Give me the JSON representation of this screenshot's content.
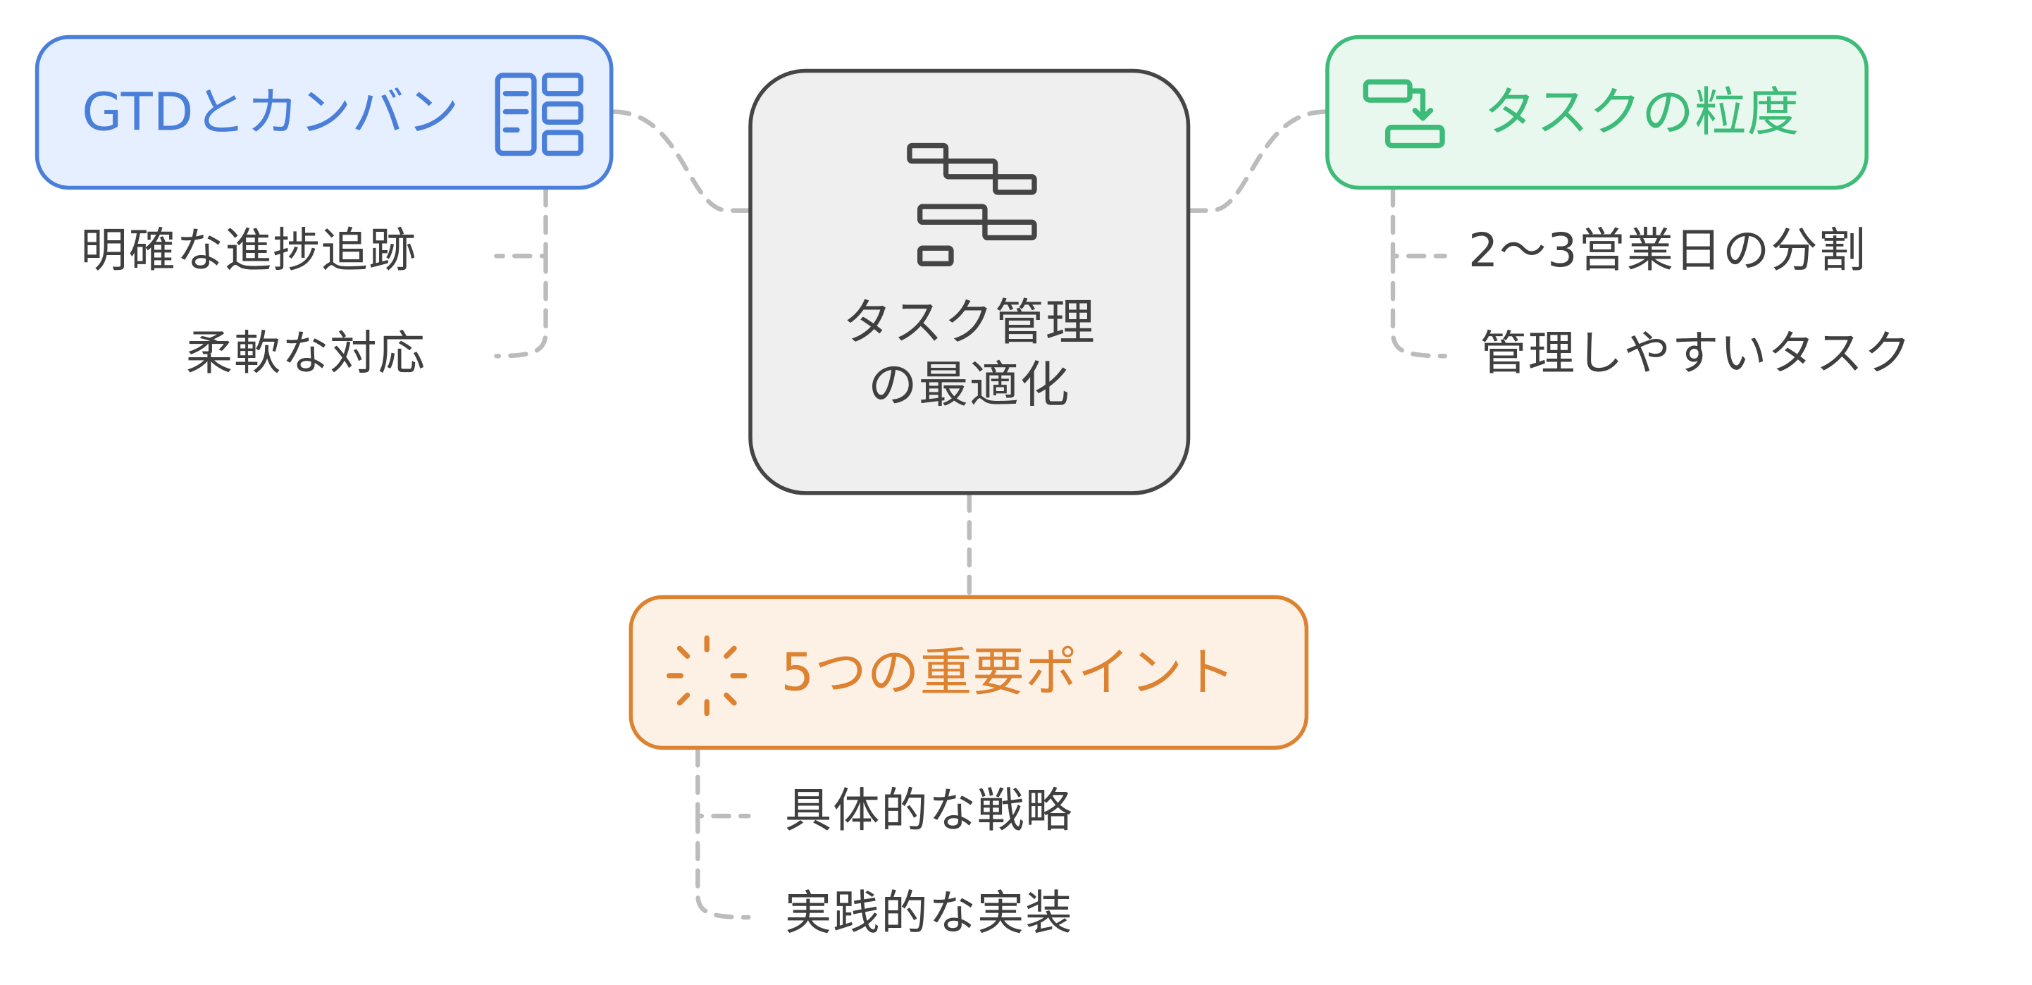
{
  "center": {
    "title_line1": "タスク管理",
    "title_line2": "の最適化",
    "icon": "gantt-chart-icon"
  },
  "nodes": {
    "gtd": {
      "title": "GTDとカンバン",
      "icon": "kanban-board-icon",
      "color": "#4a7fd9",
      "fill": "#e6efff",
      "items": [
        "明確な進捗追跡",
        "柔軟な対応"
      ]
    },
    "granularity": {
      "title": "タスクの粒度",
      "icon": "task-split-icon",
      "color": "#3dbb78",
      "fill": "#e8f8ee",
      "items": [
        "2〜3営業日の分割",
        "管理しやすいタスク"
      ]
    },
    "points": {
      "title": "5つの重要ポイント",
      "icon": "sparkle-burst-icon",
      "color": "#dc8230",
      "fill": "#fdf1e6",
      "items": [
        "具体的な戦略",
        "実践的な実装"
      ]
    }
  },
  "colors": {
    "center_border": "#454545",
    "center_fill": "#efefef",
    "text": "#3f3f3f",
    "connector": "#bcbcbc"
  }
}
